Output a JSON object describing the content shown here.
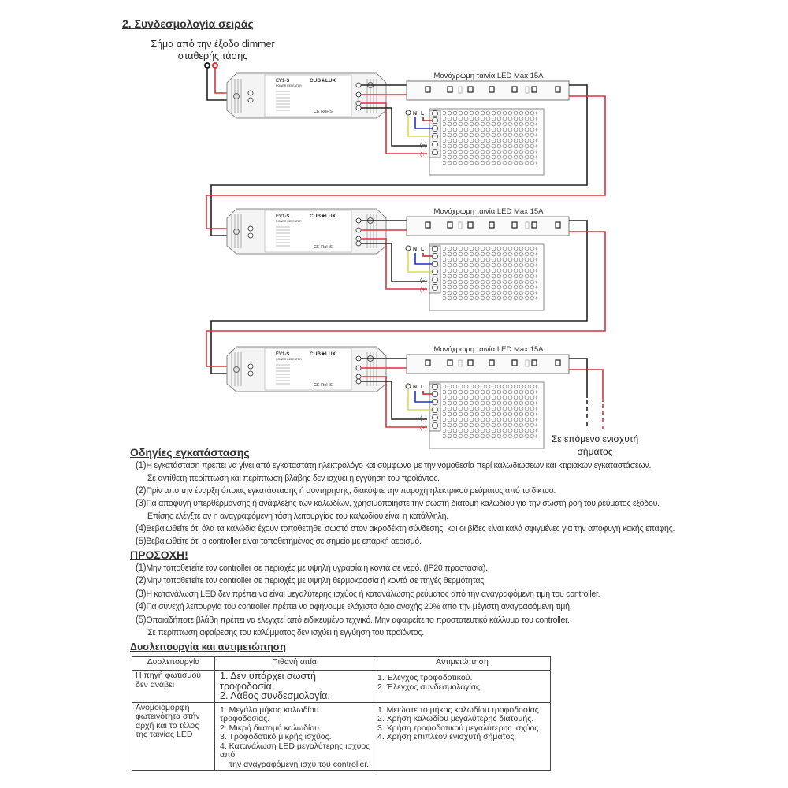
{
  "title": "2. Συνδεσμολογία σειράς",
  "diagram": {
    "input_label_line1": "Σήμα από την έξοδο dimmer",
    "input_label_line2": "σταθερής τάσης",
    "strip_label": "Μονόχρωμη ταινία LED Max 15A",
    "device_model": "EV1-S",
    "device_type": "POWER REPEATER",
    "brand": "CUB★LUX",
    "cert": "CE RoHS",
    "psu_labels": {
      "n": "N",
      "l": "L",
      "minus": "(−)",
      "plus": "(+)"
    },
    "next_label_line1": "Σε επόμενο ενισχυτή",
    "next_label_line2": "σήματος",
    "module_count": 3,
    "colors": {
      "signal_black": "#222222",
      "signal_red": "#e0303a",
      "neutral": "#1e2fd0",
      "earth": "#d8e040",
      "live": "#c02020"
    }
  },
  "install": {
    "heading": "Οδηγίες εγκατάστασης",
    "items": [
      {
        "num": "(1)",
        "text": "Η εγκατάσταση πρέπει να γίνει από εγκαταστάτη ηλεκτρολόγο και σύμφωνα με την νομοθεσία περί καλωδιώσεων και κτιριακών εγκαταστάσεων.",
        "cont": "Σε αντίθετη περίπτωση και περίπτωση βλάβης δεν ισχύει η εγγύηση του προϊόντος."
      },
      {
        "num": "(2)",
        "text": "Πρίν από την έναρξη όποιας εγκατάστασης ή συντήρησης, διακόψτε την παροχή ηλεκτρικού ρεύματος από το δίκτυο."
      },
      {
        "num": "(3)",
        "text": "Για αποφυγή υπερθέρμανσης ή ανάφλεξης των καλωδίων, χρησιμοποιήστε την σωστή διατομή καλωδίου για την σωστή ροή του ρεύματος  εξόδου.",
        "cont": "Επίσης ελέγξτε αν η αναγραφόμενη τάση λειτουργίας του καλωδίου είναι η κατάλληλη."
      },
      {
        "num": "(4)",
        "text": "Βεβαιωθείτε ότι όλα τα καλώδια έχουν τοποθετηθεί σωστά στον ακροδέκτη σύνδεσης, και οι βίδες είναι καλά σφιγμένες για την αποφυγή κακής επαφής."
      },
      {
        "num": "(5)",
        "text": "Βεβαιωθείτε ότι ο controller είναι τοποθετημένος σε σημείο με επαρκή αερισμό."
      }
    ]
  },
  "caution": {
    "heading": "ΠΡΟΣΟΧΗ!",
    "items": [
      {
        "num": "(1)",
        "text": "Μην τοποθετείτε τον controller σε περιοχές με υψηλή υγρασία ή κοντά σε νερό. (IP20 προστασία)."
      },
      {
        "num": "(2)",
        "text": "Μην τοποθετείτε τον controller σε περιοχές με υψηλή θερμοκρασία ή κοντά σε πηγές θερμότητας."
      },
      {
        "num": "(3)",
        "text": "Η κατανάλωση LED δεν πρέπει να είναι μεγαλύτερης ισχύος ή κατανάλωσης ρεύματος από την αναγραφόμενη τιμή του controller."
      },
      {
        "num": "(4)",
        "text": "Για συνεχή λειτουργία του controller πρέπει να αφήνουμε ελάχιστο όριο ανοχής 20% από την μέγιστη αναγραφόμενη τιμή."
      },
      {
        "num": "(5)",
        "text": "Οποιαδήποτε βλάβη πρέπει να ελεγχτεί από ειδικευμένο τεχνικό. Μην αφαιρείτε το προστατευτικό κάλλυμα του controller.",
        "cont": "Σε περίπτωση αφαίρεσης του καλύμματος δεν ισχύει ή εγγύηση του προϊόντος."
      }
    ]
  },
  "troubleshooting": {
    "heading": "Δυσλειτουργία και αντιμετώπηση",
    "headers": [
      "Δυσλειτουργία",
      "Πιθανή αιτία",
      "Αντιμετώπηση"
    ],
    "rows": [
      {
        "problem": "Η πηγή φωτισμού δεν ανάβει",
        "causes": [
          "1. Δεν υπάρχει σωστή τροφοδοσία.",
          "2. Λάθος συνδεσμολογία."
        ],
        "remedies": [
          "1. Έλεγχος τροφοδοτικού.",
          "2. Έλεγχος συνδεσμολογίας"
        ]
      },
      {
        "problem": "Ανομοιόμορφη φωτεινότητα στήν αρχή και το τέλος της ταινίας LED",
        "causes": [
          "1. Μεγάλο μήκος καλωδίου τροφοδοσίας.",
          "2. Μικρή διατομή καλωδίου.",
          "3. Τροφοδοτικό μικρής ισχύος.",
          "4. Κατανάλωση LED μεγαλύτερης ισχύος από",
          "την αναγραφόμενη ισχύ του controller."
        ],
        "remedies": [
          "1. Μειώστε το μήκος καλωδίου τροφοδοσίας.",
          "2. Χρήση καλωδίου μεγαλύτερης διατομής.",
          "3. Χρήση τροφοδοτικού μεγαλύτερης ισχύος.",
          "4. Χρήση επιπλέον ενισχυτή σήματος."
        ]
      }
    ]
  }
}
